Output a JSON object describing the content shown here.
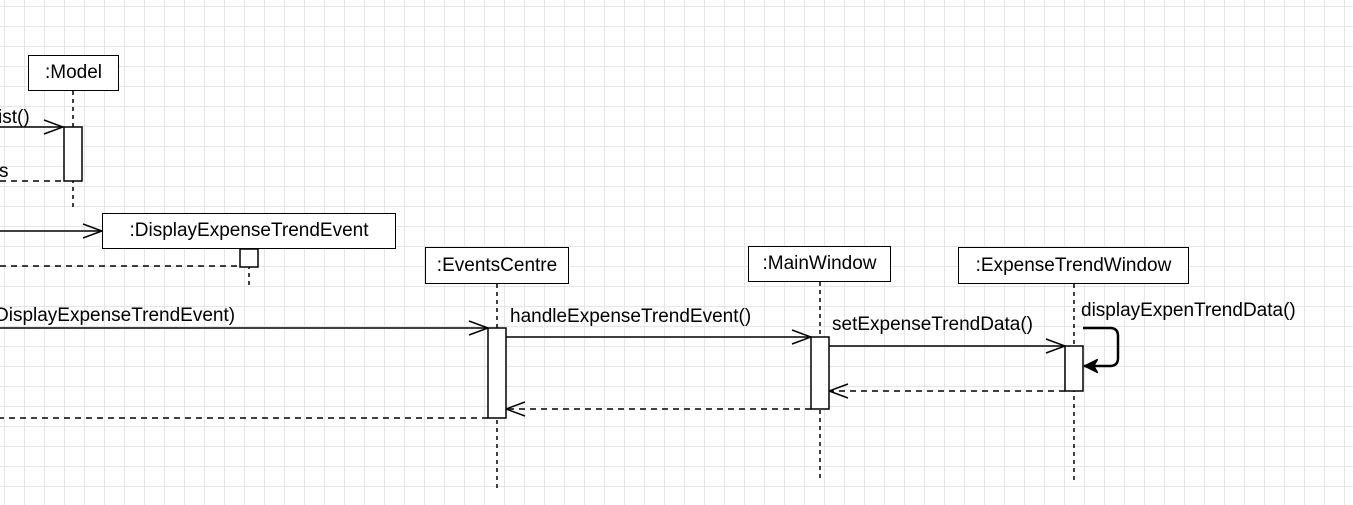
{
  "lifelines": {
    "model": ":Model",
    "display_event": ":DisplayExpenseTrendEvent",
    "events_centre": ":EventsCentre",
    "main_window": ":MainWindow",
    "trend_window": ":ExpenseTrendWindow"
  },
  "messages": {
    "model_call": "ist()",
    "model_return": "s",
    "post_event": "DisplayExpenseTrendEvent)",
    "handle_event": "handleExpenseTrendEvent()",
    "set_data": "setExpenseTrendData()",
    "self_call": "displayExpenTrendData()"
  },
  "colors": {
    "stroke": "#000000",
    "grid": "#e6e6e6",
    "background": "#ffffff"
  }
}
